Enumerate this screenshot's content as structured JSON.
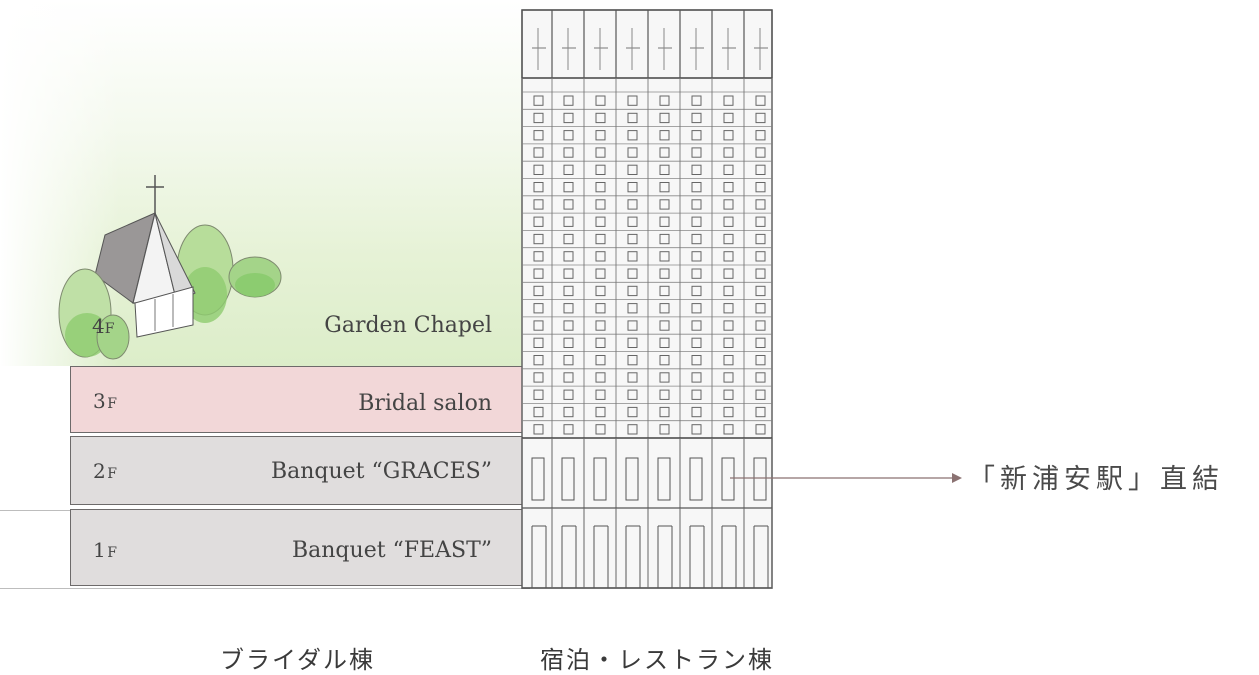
{
  "floors": [
    {
      "num": "4",
      "unit": "F",
      "name": "Garden Chapel"
    },
    {
      "num": "3",
      "unit": "F",
      "name": "Bridal salon"
    },
    {
      "num": "2",
      "unit": "F",
      "name": "Banquet “GRACES”"
    },
    {
      "num": "1",
      "unit": "F",
      "name": "Banquet “FEAST”"
    }
  ],
  "connection": {
    "label": "「新浦安駅」直結"
  },
  "buildings": {
    "bridal": "ブライダル棟",
    "hotel": "宿泊・レストラン棟"
  },
  "colors": {
    "salon": "#f2d7d8",
    "banquet": "#e0dddd",
    "garden": "#dcedc9",
    "border": "#6d6a6a"
  }
}
